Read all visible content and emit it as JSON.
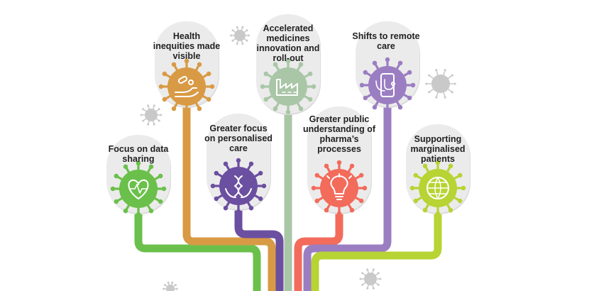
{
  "items": [
    {
      "id": "data-sharing",
      "label": "Focus on data sharing",
      "color": "#6ac04a",
      "icon": "heart-data-icon"
    },
    {
      "id": "health-inequities",
      "label": "Health inequities made visible",
      "color": "#d99a45",
      "icon": "hands-pills-icon"
    },
    {
      "id": "personalised-care",
      "label": "Greater focus on personalised care",
      "color": "#6b4fa0",
      "icon": "dna-hands-icon"
    },
    {
      "id": "medicines-innovation",
      "label": "Accelerated medicines innovation and roll-out",
      "color": "#a9c6a6",
      "icon": "factory-icon"
    },
    {
      "id": "pharma-processes",
      "label": "Greater public understanding of pharma’s processes",
      "color": "#f26b5b",
      "icon": "lightbulb-icon"
    },
    {
      "id": "remote-care",
      "label": "Shifts to remote care",
      "color": "#9b7ec2",
      "icon": "phone-stethoscope-icon"
    },
    {
      "id": "marginalised",
      "label": "Supporting marginalised patients",
      "color": "#b7d334",
      "icon": "globe-icon"
    }
  ],
  "background_virus_color": "#c9c9c9",
  "card_color": "#ebebeb"
}
